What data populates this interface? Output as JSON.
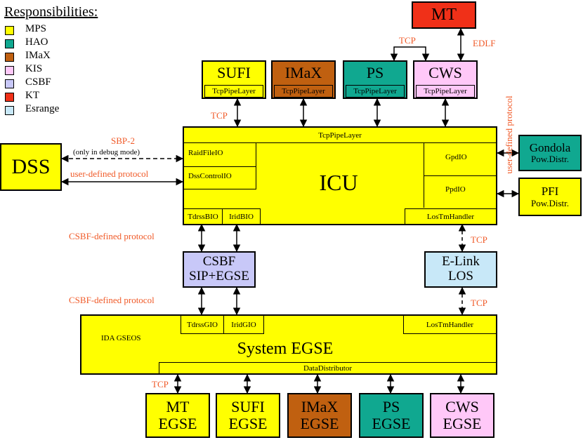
{
  "colors": {
    "mps": "#ffff00",
    "hao": "#10a890",
    "imax": "#c06010",
    "kis": "#ffc8f8",
    "csbf": "#c8c8f8",
    "kt": "#f03018",
    "esrange": "#c8e8f8",
    "label_red": "#f05a28"
  },
  "legend": {
    "title": "Responsibilities:",
    "items": [
      "MPS",
      "HAO",
      "IMaX",
      "KIS",
      "CSBF",
      "KT",
      "Esrange"
    ]
  },
  "top_modules": [
    {
      "name": "SUFI",
      "layer": "TcpPipeLayer"
    },
    {
      "name": "IMaX",
      "layer": "TcpPipeLayer"
    },
    {
      "name": "PS",
      "layer": "TcpPipeLayer"
    },
    {
      "name": "CWS",
      "layer": "TcpPipeLayer"
    }
  ],
  "mt": "MT",
  "icu": {
    "name": "ICU",
    "pipe_layer": "TcpPipeLayer",
    "raid": "RaidFileIO",
    "dssctl": "DssControlIO",
    "gpd": "GpdIO",
    "ppd": "PpdIO",
    "tdrss": "TdrssBIO",
    "irid": "IridBIO",
    "lostm": "LosTmHandler"
  },
  "dss": "DSS",
  "gondola": {
    "name": "Gondola",
    "sub": "Pow.Distr."
  },
  "pfi": {
    "name": "PFI",
    "sub": "Pow.Distr."
  },
  "csbf_box": {
    "line1": "CSBF",
    "line2": "SIP+EGSE"
  },
  "elink": {
    "line1": "E-Link",
    "line2": "LOS"
  },
  "egse": {
    "name": "System EGSE",
    "ida": "IDA GSEOS",
    "tdrss": "TdrssGIO",
    "irid": "IridGIO",
    "lostm": "LosTmHandler",
    "dist": "DataDistributor"
  },
  "bottom_modules": [
    {
      "line1": "MT",
      "line2": "EGSE"
    },
    {
      "line1": "SUFI",
      "line2": "EGSE"
    },
    {
      "line1": "IMaX",
      "line2": "EGSE"
    },
    {
      "line1": "PS",
      "line2": "EGSE"
    },
    {
      "line1": "CWS",
      "line2": "EGSE"
    }
  ],
  "labels": {
    "tcp": "TCP",
    "edlf": "EDLF",
    "sbp2": "SBP-2",
    "debug": "(only in debug mode)",
    "user_defined": "user-defined protocol",
    "csbf_protocol": "CSBF-defined protocol"
  }
}
